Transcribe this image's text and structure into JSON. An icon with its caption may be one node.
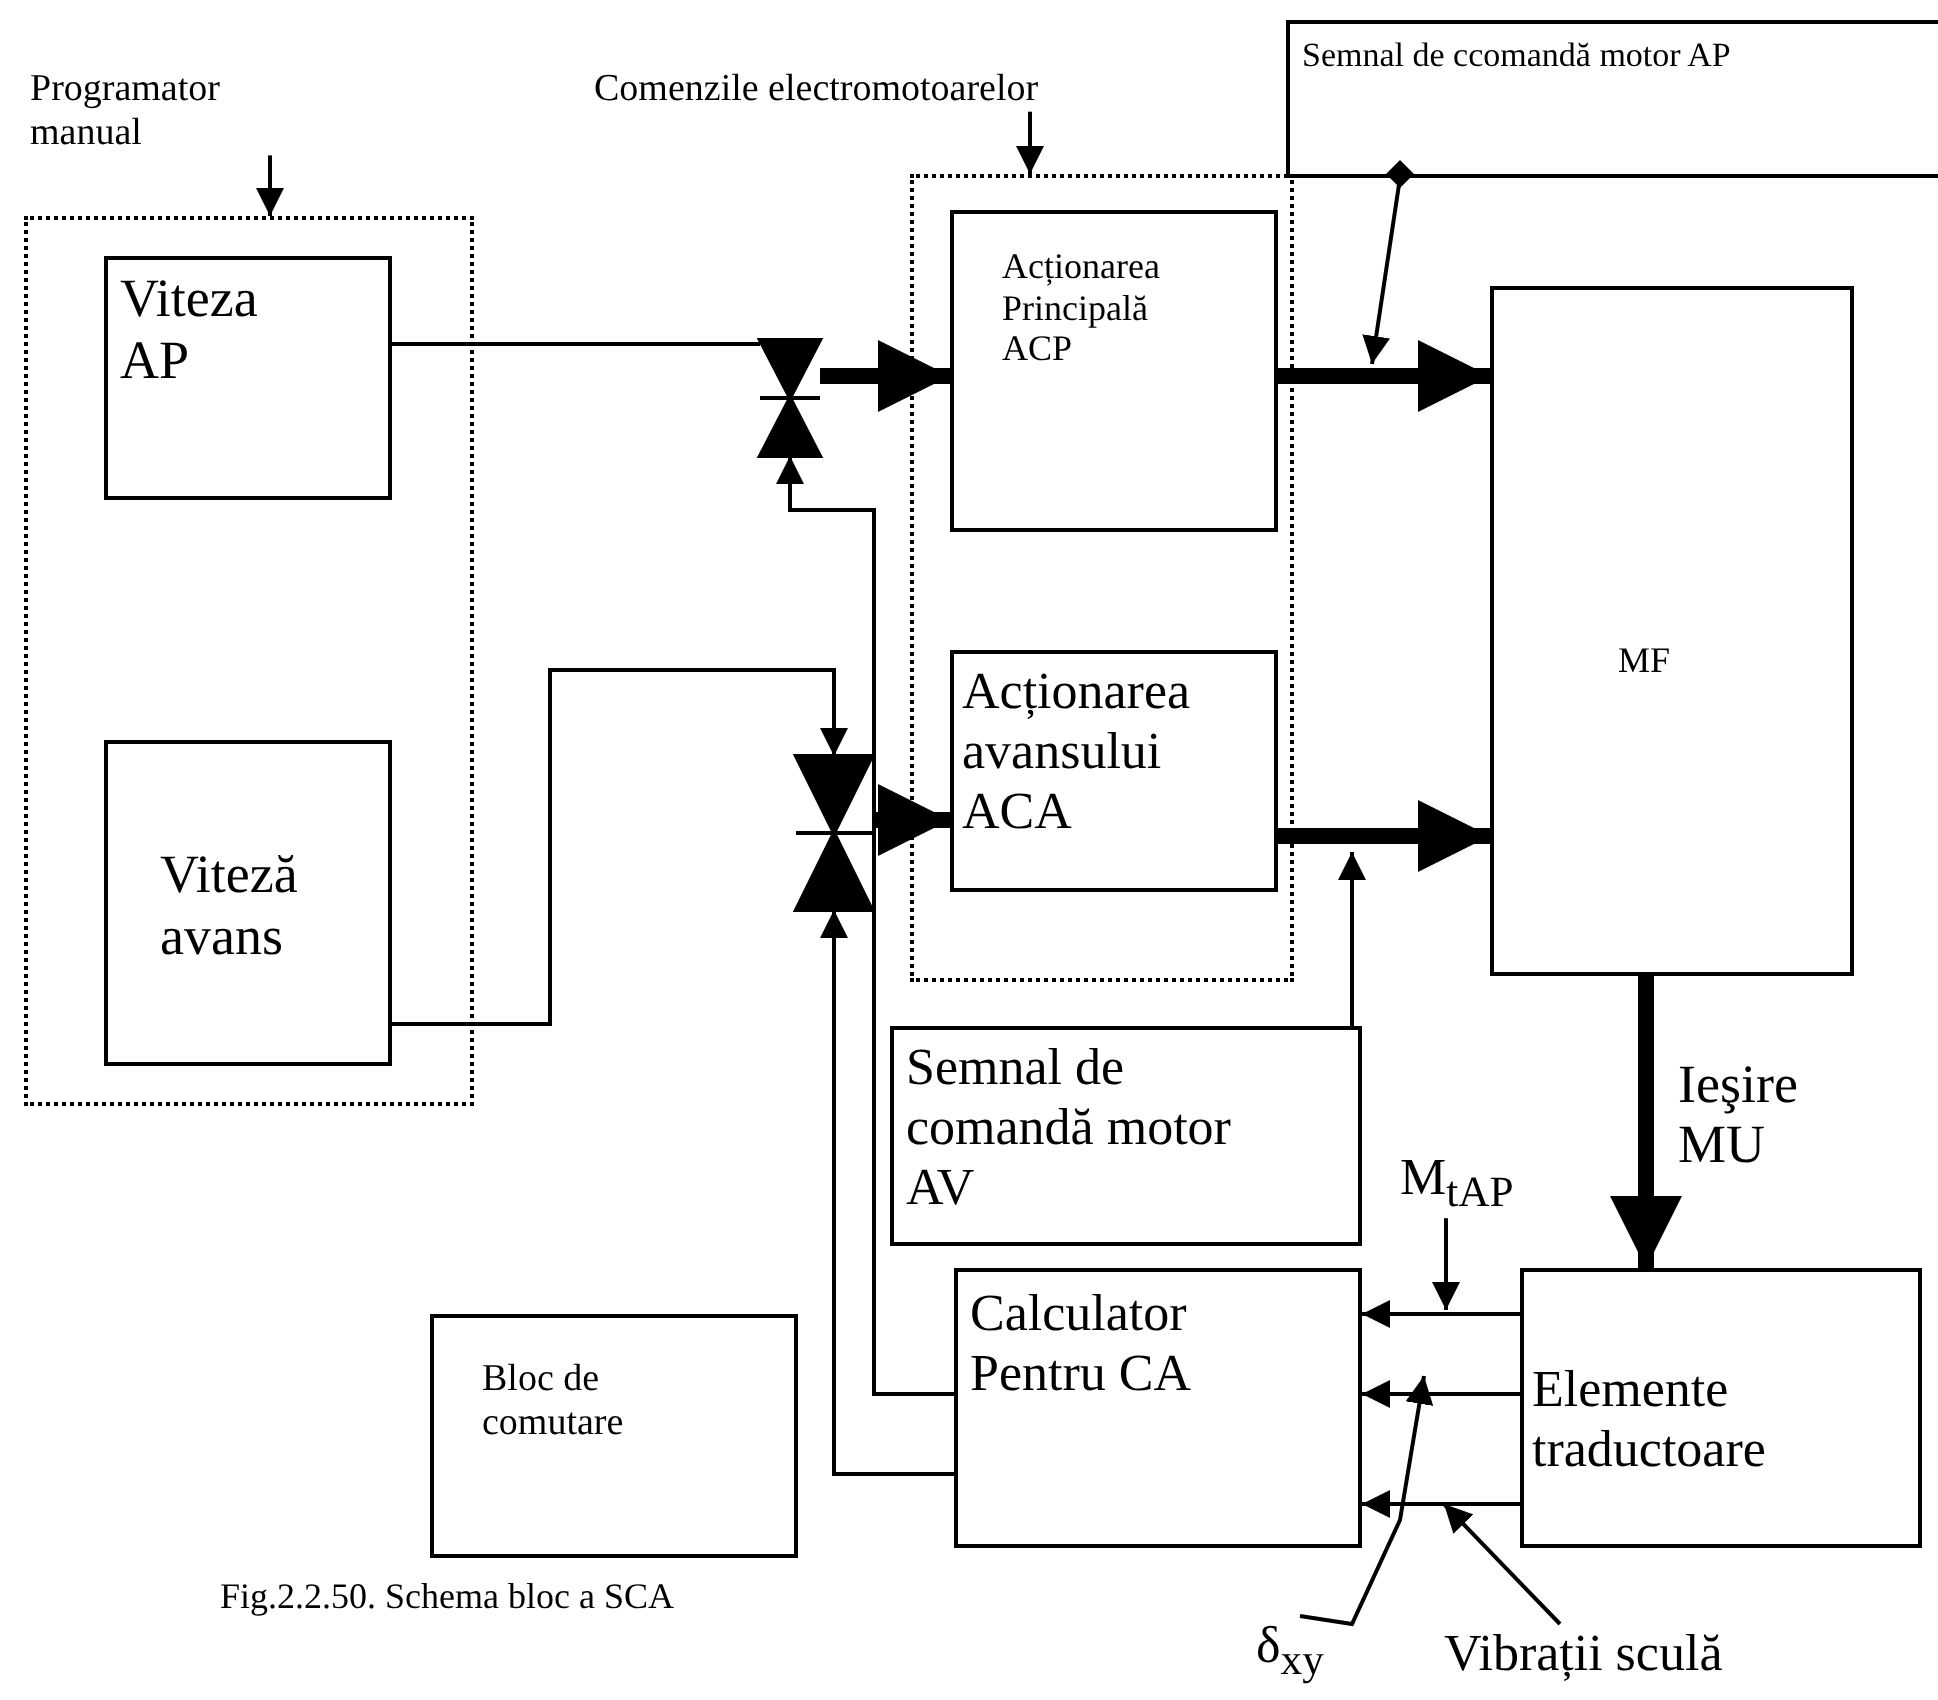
{
  "diagram": {
    "caption": "Fig.2.2.50. Schema bloc a SCA",
    "nodes": [
      {
        "text": [
          "Programator manual"
        ]
      },
      {
        "text": [],
        "shape": "box"
      },
      {
        "text": [
          "Viteza AP"
        ],
        "in": 1
      },
      {
        "text": [
          "Viteză avans"
        ],
        "in": 1
      },
      {
        "text": [
          "Comenzile electromotoarelor"
        ]
      },
      {
        "text": [],
        "shape": "box"
      },
      {
        "text": [
          "Acționarea Principală ACP"
        ],
        "in": 5
      },
      {
        "text": [
          "Acționarea avansului ACA"
        ],
        "in": 5
      },
      {
        "text": [
          "Semnal de ccomandă motor AP"
        ]
      },
      {
        "text": [
          "MF"
        ]
      },
      {
        "text": [
          "Semnal de comandă motor AV"
        ]
      },
      {
        "text": [
          "Calculator Pentru CA"
        ]
      },
      {
        "text": [
          "Bloc de comutare"
        ]
      },
      {
        "text": [
          "Elemente traductoare"
        ]
      },
      {
        "text": [
          "M$_{tAP}$"
        ]
      },
      {
        "text": [
          "δ$_{xy}$"
        ]
      },
      {
        "text": [
          "Vibrații sculă"
        ]
      },
      {
        "text": [],
        "shape": "valve"
      },
      {
        "text": [],
        "shape": "valve"
      }
    ],
    "edges": [
      {
        "from": 0,
        "to": 1,
        "arrow": "to"
      },
      {
        "from": 4,
        "to": 5,
        "arrow": "to"
      },
      {
        "from": 2,
        "to": 17,
        "arrow": "none"
      },
      {
        "from": 17,
        "to": 6,
        "arrow": "to",
        "style": "thick"
      },
      {
        "from": 11,
        "to": 17,
        "arrow": "to"
      },
      {
        "from": 3,
        "to": 18,
        "arrow": "to"
      },
      {
        "from": 18,
        "to": 7,
        "arrow": "to",
        "style": "thick"
      },
      {
        "from": 11,
        "to": 18,
        "arrow": "to"
      },
      {
        "from": 6,
        "to": 9,
        "arrow": "to",
        "style": "thick"
      },
      {
        "from": 7,
        "to": 9,
        "arrow": "to",
        "style": "thick"
      },
      {
        "from": 8,
        "to": null,
        "arrow": "to"
      },
      {
        "from": 10,
        "to": null,
        "arrow": "to"
      },
      {
        "from": 9,
        "to": 13,
        "arrow": "to",
        "style": "thick",
        "label": "Ieşire MU"
      },
      {
        "from": 13,
        "to": 11,
        "arrow": "to"
      },
      {
        "from": 13,
        "to": 11,
        "arrow": "to"
      },
      {
        "from": 13,
        "to": 11,
        "arrow": "to"
      },
      {
        "from": 14,
        "to": null,
        "arrow": "to"
      },
      {
        "from": 15,
        "to": null,
        "arrow": "to"
      },
      {
        "from": 16,
        "to": null,
        "arrow": "to"
      }
    ]
  }
}
